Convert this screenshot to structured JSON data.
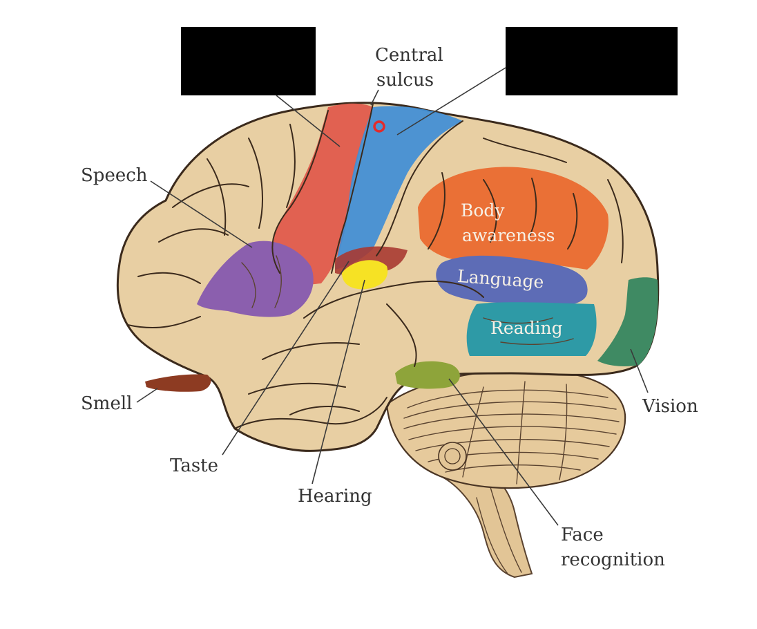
{
  "labels": {
    "central_sulcus_line1": "Central",
    "central_sulcus_line2": "sulcus",
    "speech": "Speech",
    "body_awareness_line1": "Body",
    "body_awareness_line2": "awareness",
    "language": "Language",
    "reading": "Reading",
    "smell": "Smell",
    "vision": "Vision",
    "taste": "Taste",
    "hearing": "Hearing",
    "face_recognition_line1": "Face",
    "face_recognition_line2": "recognition"
  },
  "region_colors": {
    "brain_tissue": "#e8cfa3",
    "motor_cortex": "#e0584a",
    "sensory_cortex": "#3f8ed6",
    "body_awareness": "#ea6a30",
    "speech": "#8b5fae",
    "language": "#5d6cb6",
    "reading": "#2e9aa6",
    "vision": "#3f8a63",
    "hearing": "#f6e224",
    "taste": "#a83a32",
    "face_recognition": "#8ea43a",
    "smell": "#8d3b22",
    "redaction_box": "#000000"
  }
}
